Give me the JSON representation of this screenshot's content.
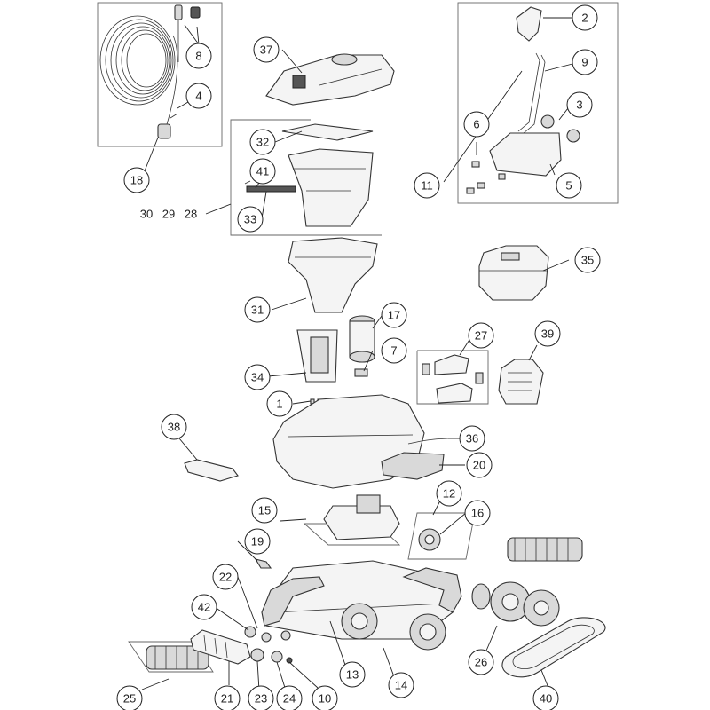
{
  "callouts": [
    "1",
    "2",
    "3",
    "4",
    "5",
    "6",
    "7",
    "8",
    "9",
    "10",
    "11",
    "12",
    "13",
    "14",
    "15",
    "16",
    "17",
    "18",
    "19",
    "20",
    "21",
    "22",
    "23",
    "24",
    "25",
    "26",
    "27",
    "28",
    "29",
    "30",
    "31",
    "32",
    "33",
    "34",
    "35",
    "36",
    "37",
    "38",
    "39",
    "40",
    "41",
    "42"
  ],
  "colors": {
    "line": "#222222",
    "part_fill": "#f4f4f4",
    "part_shade": "#d9d9d9",
    "background": "#ffffff"
  }
}
